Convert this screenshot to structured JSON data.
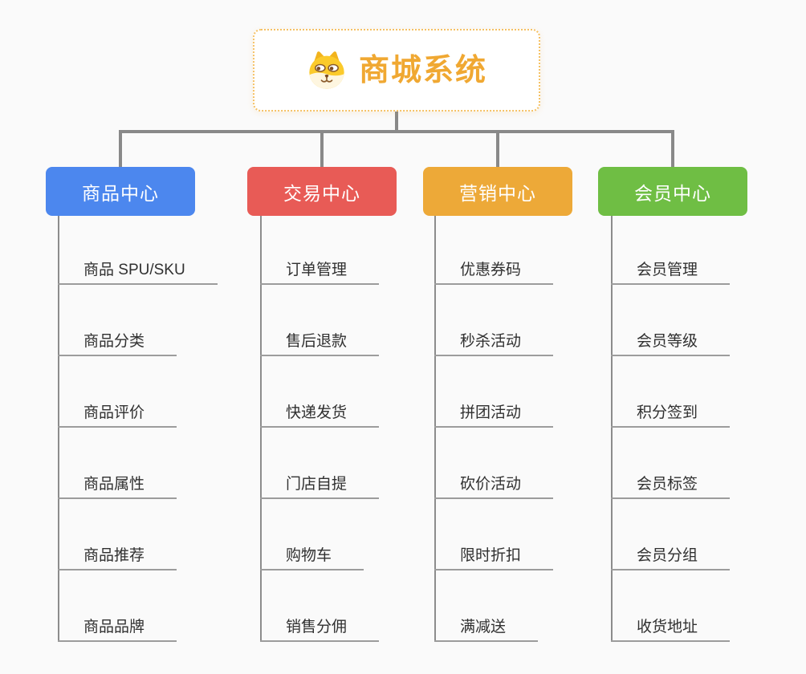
{
  "page": {
    "background_color": "#fafafa",
    "connector_color": "#898989"
  },
  "root": {
    "title": "商城系统",
    "icon": "shiba-dog-icon",
    "text_color": "#f0a832",
    "border_color": "#f5c164"
  },
  "branches": [
    {
      "label": "商品中心",
      "color": "#4c87ee",
      "items": [
        "商品 SPU/SKU",
        "商品分类",
        "商品评价",
        "商品属性",
        "商品推荐",
        "商品品牌"
      ]
    },
    {
      "label": "交易中心",
      "color": "#e85b56",
      "items": [
        "订单管理",
        "售后退款",
        "快递发货",
        "门店自提",
        "购物车",
        "销售分佣"
      ]
    },
    {
      "label": "营销中心",
      "color": "#eda938",
      "items": [
        "优惠券码",
        "秒杀活动",
        "拼团活动",
        "砍价活动",
        "限时折扣",
        "满减送"
      ]
    },
    {
      "label": "会员中心",
      "color": "#6fbe44",
      "items": [
        "会员管理",
        "会员等级",
        "积分签到",
        "会员标签",
        "会员分组",
        "收货地址"
      ]
    }
  ]
}
